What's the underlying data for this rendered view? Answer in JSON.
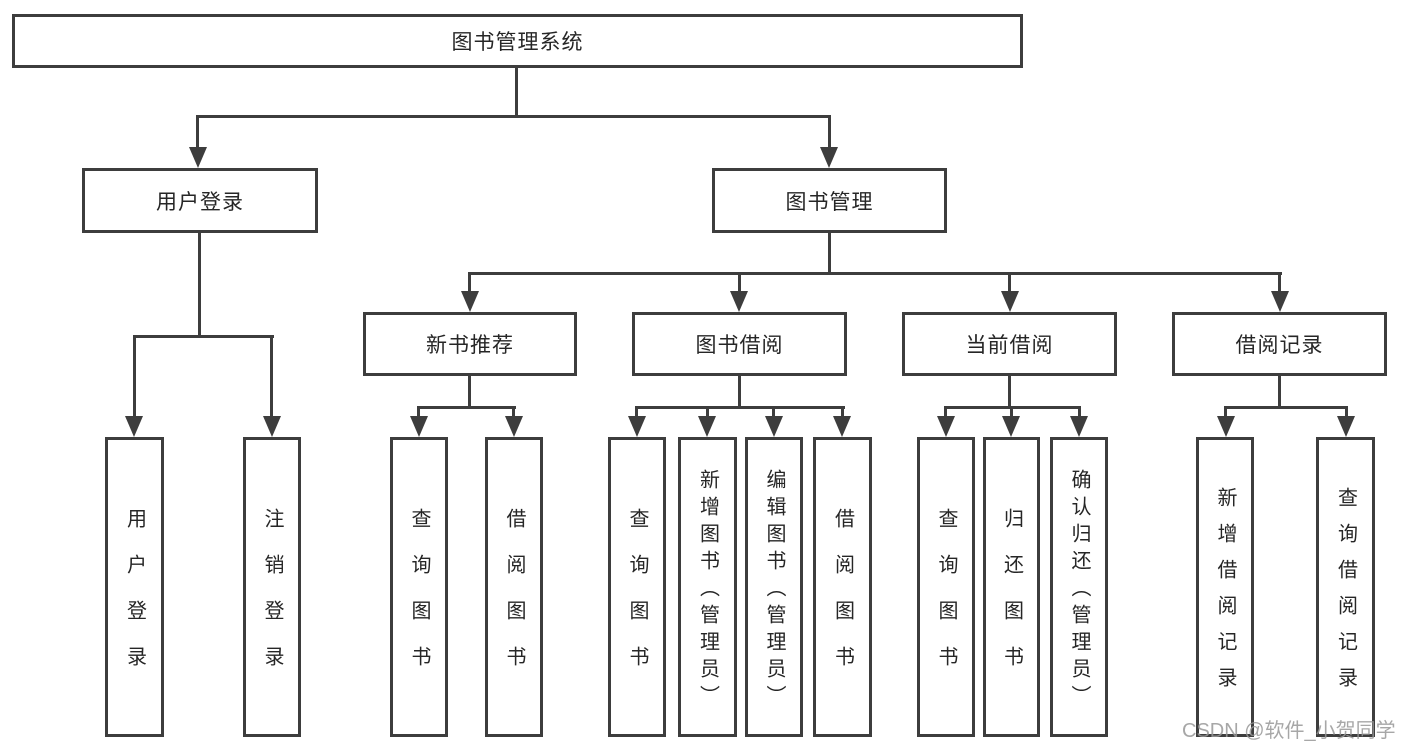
{
  "tree": {
    "root": "图书管理系统",
    "branches": [
      {
        "label": "用户登录",
        "children": [
          "用户登录",
          "注销登录"
        ]
      },
      {
        "label": "图书管理",
        "groups": [
          {
            "label": "新书推荐",
            "children": [
              "查询图书",
              "借阅图书"
            ]
          },
          {
            "label": "图书借阅",
            "children": [
              "查询图书",
              "新增图书（管理员）",
              "编辑图书（管理员）",
              "借阅图书"
            ]
          },
          {
            "label": "当前借阅",
            "children": [
              "查询图书",
              "归还图书",
              "确认归还（管理员）"
            ]
          },
          {
            "label": "借阅记录",
            "children": [
              "新增借阅记录",
              "查询借阅记录"
            ]
          }
        ]
      }
    ]
  },
  "watermark": {
    "text": "CSDN @软件_小贺同学"
  },
  "colors": {
    "line": "#3d3d3d",
    "text": "#262626",
    "watermark": "#989898",
    "background": "#ffffff"
  }
}
